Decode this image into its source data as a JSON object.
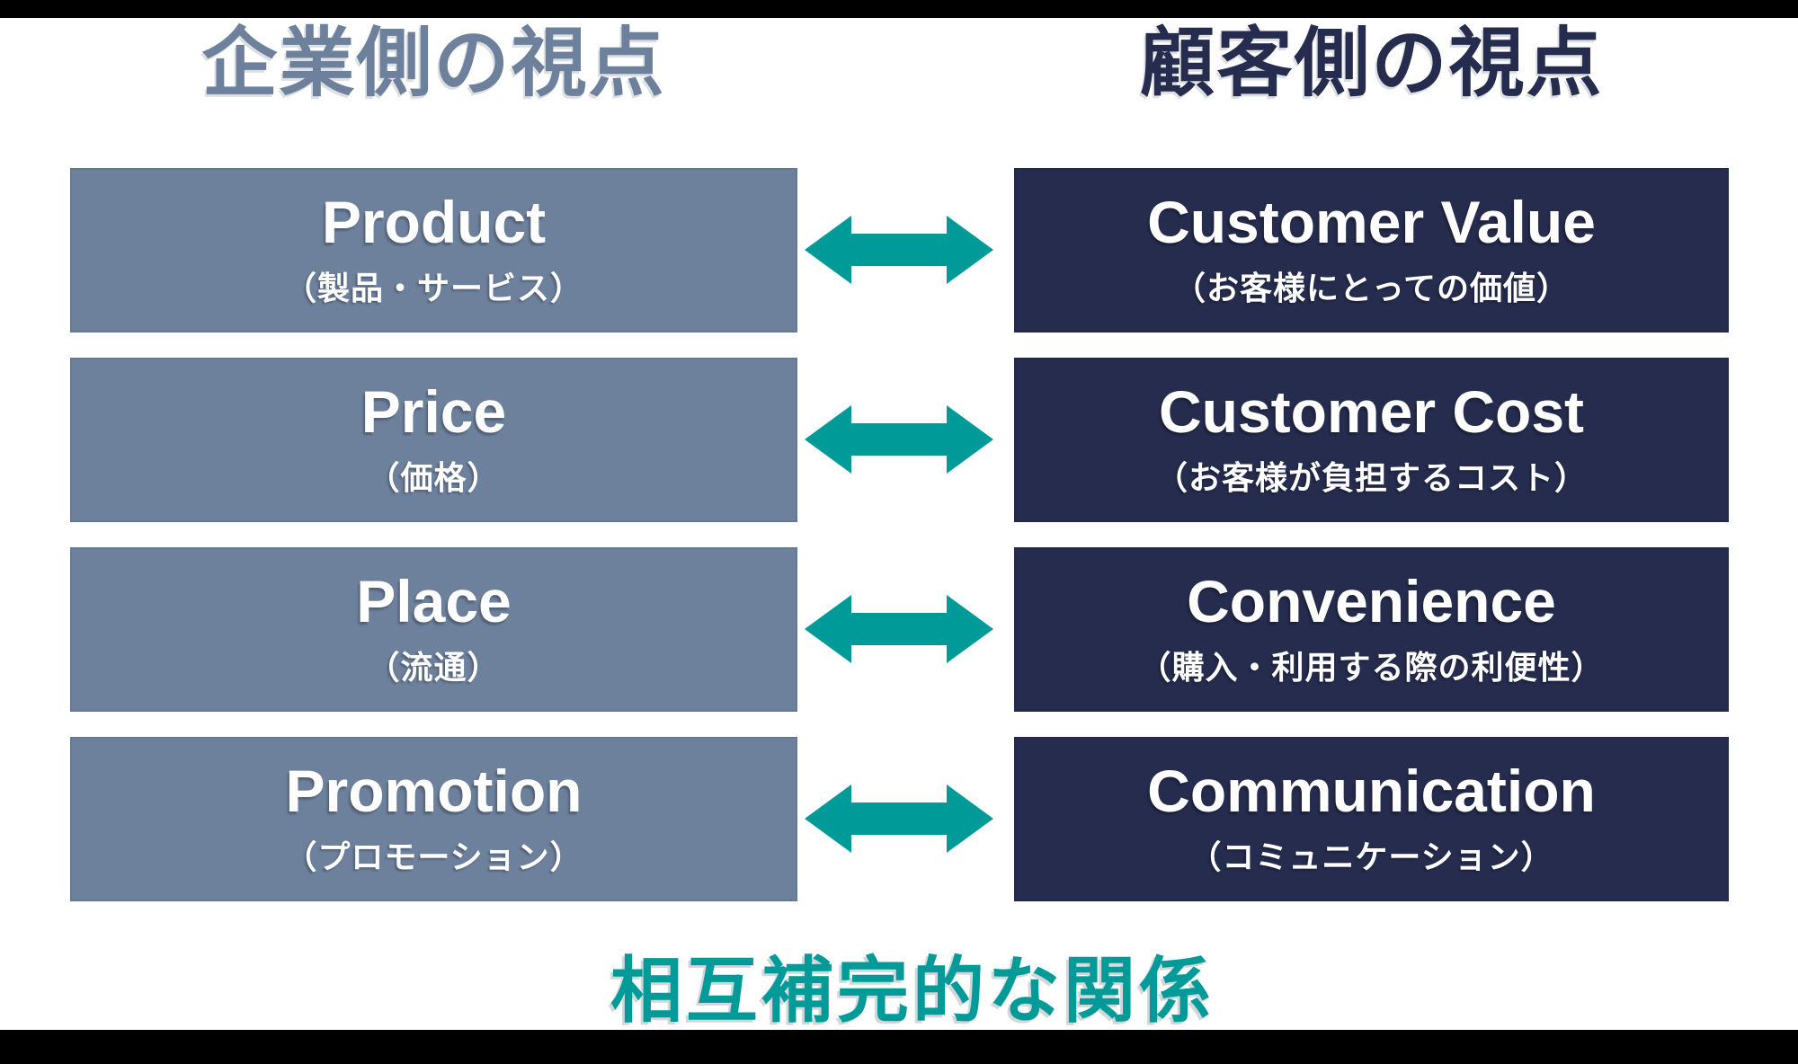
{
  "colors": {
    "background": "#FFFFFF",
    "letterbox": "#000000",
    "company": "#6D819D",
    "customer": "#262C4E",
    "accent": "#009B98"
  },
  "headers": {
    "company": "企業側の視点",
    "customer": "顧客側の視点"
  },
  "rows": [
    {
      "company": {
        "en": "Product",
        "ja": "（製品・サービス）"
      },
      "customer": {
        "en": "Customer Value",
        "ja": "（お客様にとっての価値）"
      }
    },
    {
      "company": {
        "en": "Price",
        "ja": "（価格）"
      },
      "customer": {
        "en": "Customer Cost",
        "ja": "（お客様が負担するコスト）"
      }
    },
    {
      "company": {
        "en": "Place",
        "ja": "（流通）"
      },
      "customer": {
        "en": "Convenience",
        "ja": "（購入・利用する際の利便性）"
      }
    },
    {
      "company": {
        "en": "Promotion",
        "ja": "（プロモーション）"
      },
      "customer": {
        "en": "Communication",
        "ja": "（コミュニケーション）"
      }
    }
  ],
  "caption": "相互補完的な関係",
  "icons": {
    "arrow": "bidirectional-arrow"
  }
}
